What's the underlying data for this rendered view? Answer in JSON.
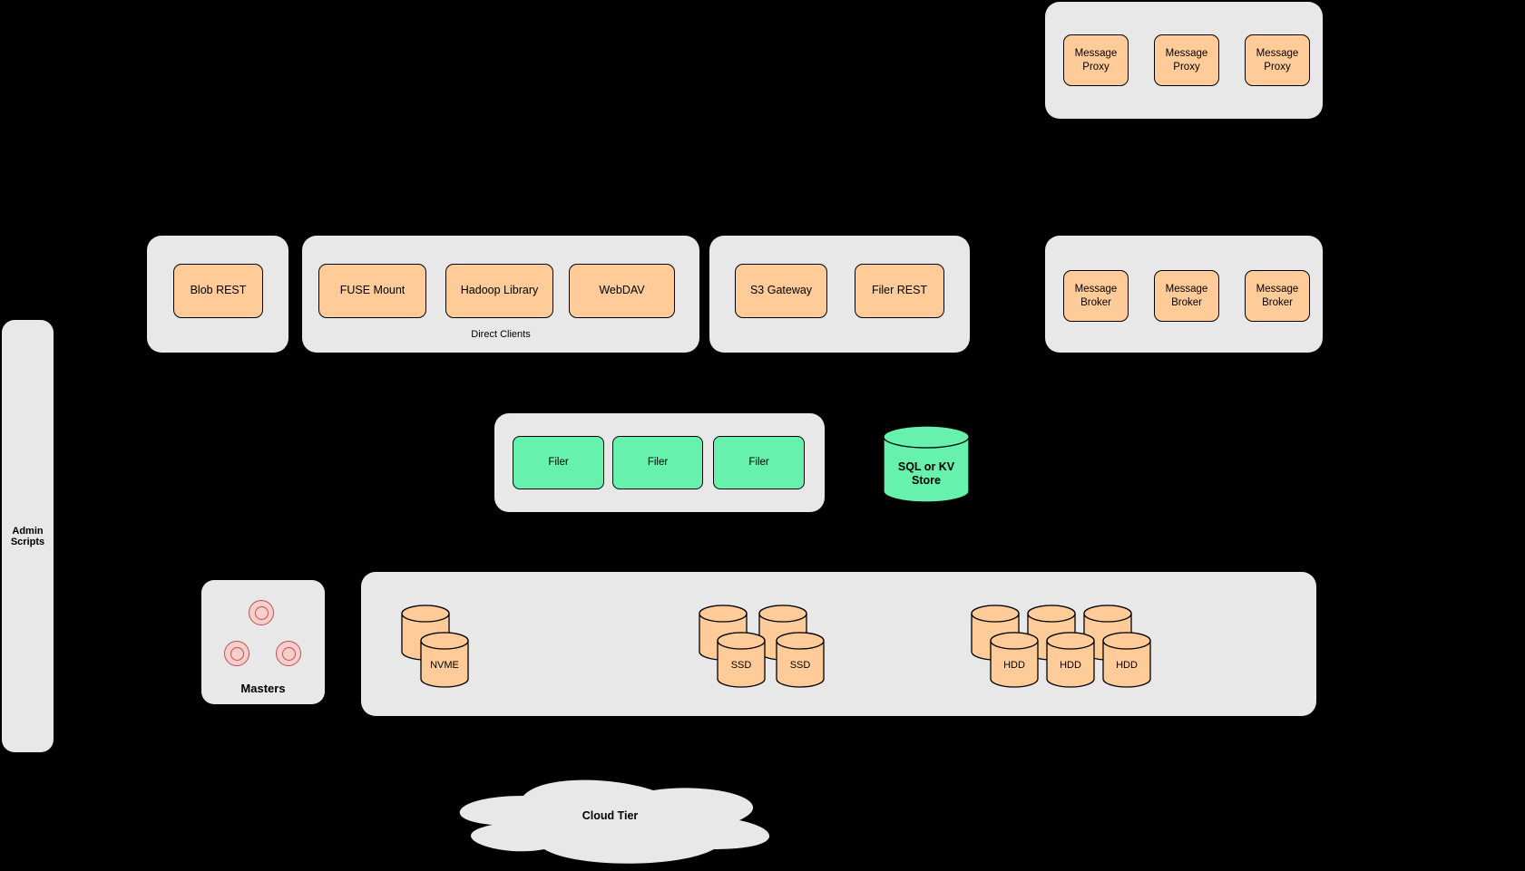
{
  "colors": {
    "background": "#000000",
    "panel": "#e8e8e8",
    "node_orange": "#ffcc99",
    "node_green": "#66f2ac",
    "master_pink": "#f8cecc",
    "master_pink_border": "#b85450"
  },
  "admin_panel": {
    "label": "Admin Scripts"
  },
  "message_proxy_group": {
    "items": [
      "Message Proxy",
      "Message Proxy",
      "Message Proxy"
    ]
  },
  "blob_group": {
    "items": [
      "Blob REST"
    ]
  },
  "direct_clients_group": {
    "label": "Direct Clients",
    "items": [
      "FUSE Mount",
      "Hadoop Library",
      "WebDAV"
    ]
  },
  "gateway_group": {
    "items": [
      "S3 Gateway",
      "Filer REST"
    ]
  },
  "message_broker_group": {
    "items": [
      "Message Broker",
      "Message Broker",
      "Message Broker"
    ]
  },
  "filer_group": {
    "items": [
      "Filer",
      "Filer",
      "Filer"
    ]
  },
  "sql_store": {
    "label": "SQL or KV Store"
  },
  "masters": {
    "label": "Masters"
  },
  "volume_store": {
    "nvme": {
      "label": "NVME"
    },
    "ssd": {
      "labels": [
        "SSD",
        "SSD"
      ]
    },
    "hdd": {
      "labels": [
        "HDD",
        "HDD",
        "HDD"
      ]
    }
  },
  "cloud_tier": {
    "label": "Cloud Tier"
  }
}
